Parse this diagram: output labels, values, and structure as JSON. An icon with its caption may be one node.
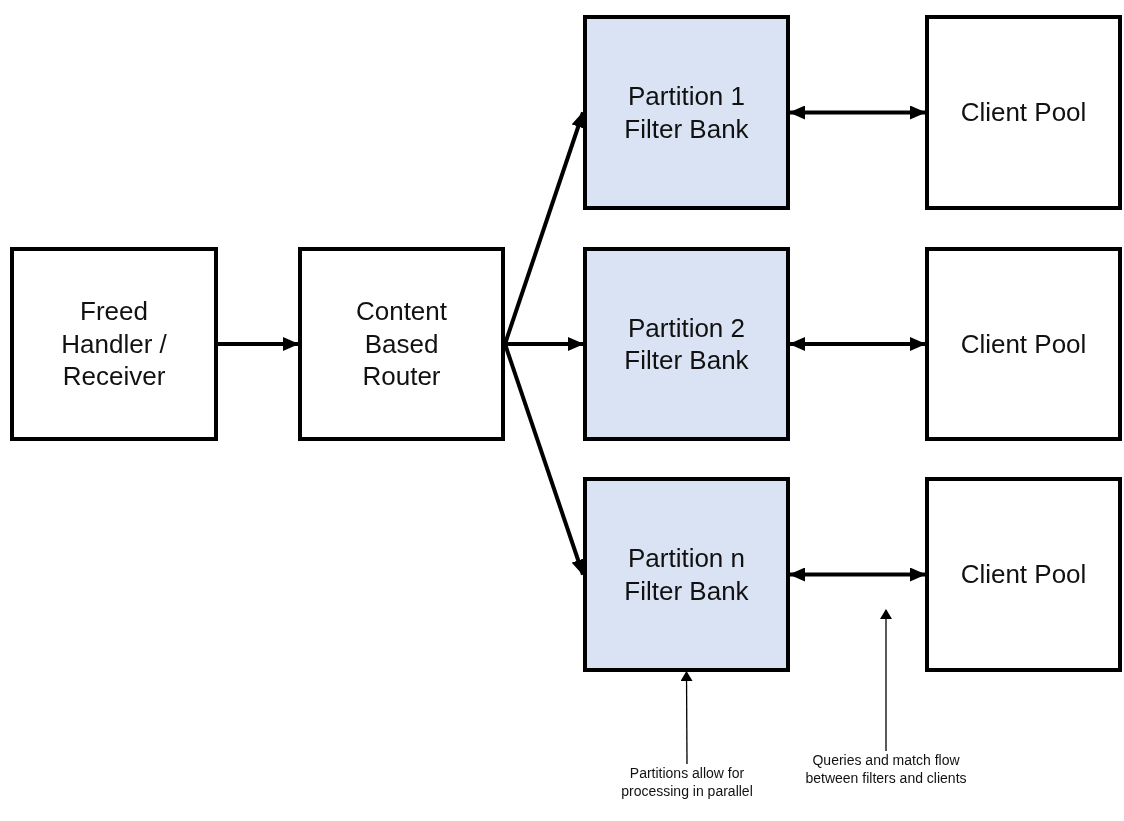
{
  "diagram": {
    "nodes": [
      {
        "text": [
          "Freed Handler / Receiver"
        ]
      },
      {
        "text": [
          "Content Based Router"
        ]
      },
      {
        "text": [
          "Partition 1 Filter Bank"
        ]
      },
      {
        "text": [
          "Client Pool"
        ]
      },
      {
        "text": [
          "Partition 2 Filter Bank"
        ]
      },
      {
        "text": [
          "Client Pool"
        ]
      },
      {
        "text": [
          "Partition n Filter Bank"
        ]
      },
      {
        "text": [
          "Client Pool"
        ]
      },
      {
        "text": [
          "Partitions allow for processing in parallel"
        ]
      },
      {
        "text": [
          "Queries and match flow between filters and clients"
        ]
      }
    ],
    "edges": [
      {
        "from": 0,
        "to": 1,
        "arrow": "to"
      },
      {
        "from": 1,
        "to": 2,
        "arrow": "to"
      },
      {
        "from": 1,
        "to": 4,
        "arrow": "to"
      },
      {
        "from": 1,
        "to": 6,
        "arrow": "to"
      },
      {
        "from": 2,
        "to": 3,
        "arrow": "both"
      },
      {
        "from": 4,
        "to": 5,
        "arrow": "both"
      },
      {
        "from": 6,
        "to": 7,
        "arrow": "both"
      },
      {
        "from": 8,
        "to": 6,
        "arrow": "to"
      },
      {
        "from": 9,
        "to": null,
        "arrow": "to"
      }
    ]
  }
}
